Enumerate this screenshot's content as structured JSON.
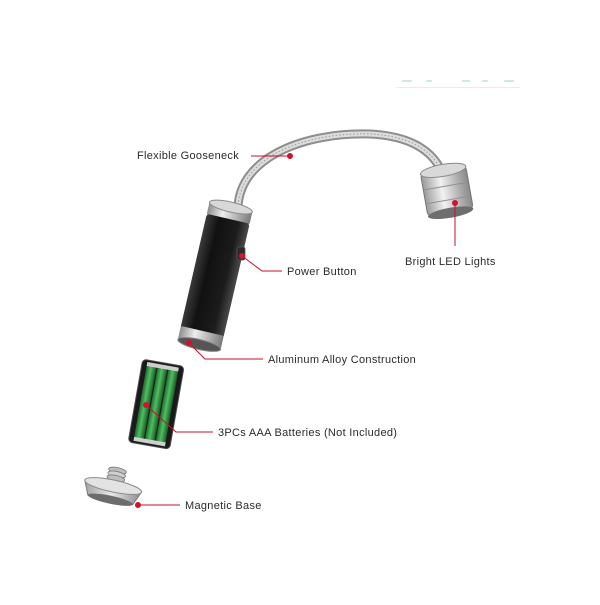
{
  "diagram": {
    "callouts": {
      "gooseneck": "Flexible Gooseneck",
      "led": "Bright LED Lights",
      "power": "Power Button",
      "alloy": "Aluminum Alloy Construction",
      "batteries": "3PCs AAA Batteries (Not Included)",
      "base": "Magnetic Base"
    },
    "colors": {
      "callout_line": "#c8102e",
      "callout_dot": "#d0142c",
      "handle": "#141414",
      "metal": "#b9b9b9",
      "battery": "#2f9c46"
    }
  }
}
